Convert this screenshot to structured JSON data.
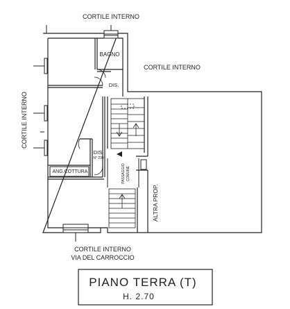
{
  "labels": {
    "cortile_top": "CORTILE INTERNO",
    "cortile_right": "CORTILE INTERNO",
    "cortile_left": "CORTILE INTERNO",
    "cortile_bottom_line1": "CORTILE INTERNO",
    "cortile_bottom_line2": "VIA DEL CARROCCIO",
    "bagno": "BAGNO",
    "dis_upper": "DIS.",
    "dis_lower": "DIS.",
    "dis_lower_sub": "N° 230",
    "ang_cottura": "ANG.COTTURA",
    "passaggio_line1": "PASSAGGIO",
    "passaggio_line2": "COMUNE",
    "altra_prop": "ALTRA PROP."
  },
  "title_block": {
    "title": "PIANO TERRA (T)",
    "height": "H. 2.70"
  },
  "colors": {
    "line": "#222222",
    "wall_fill": "#ffffff"
  }
}
